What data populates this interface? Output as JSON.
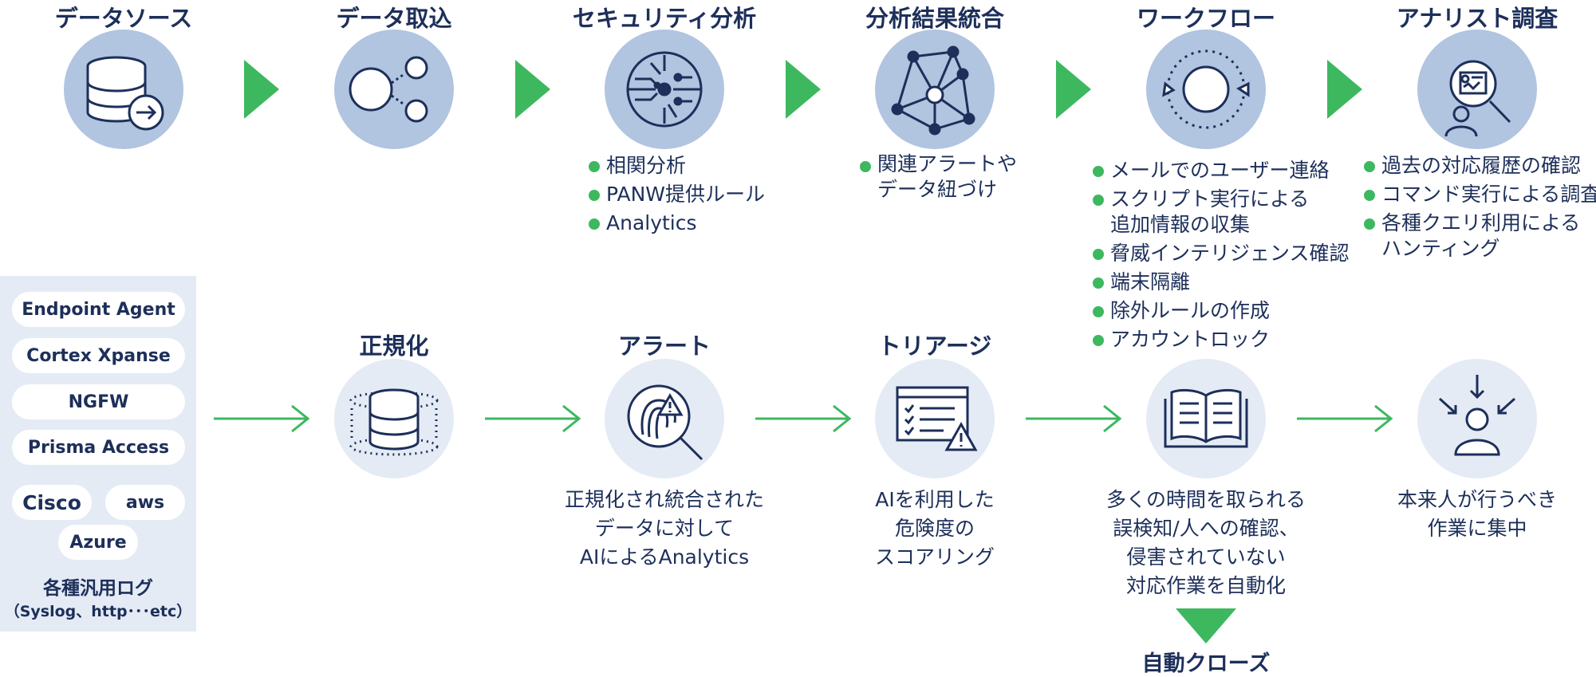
{
  "top_titles": [
    "データソース",
    "データ取込",
    "セキュリティ分析",
    "分析結果統合",
    "ワークフロー",
    "アナリスト調査"
  ],
  "bottom_titles": [
    "正規化",
    "アラート",
    "トリアージ"
  ],
  "security_bullets": [
    "相関分析",
    "PANW提供ルール",
    "Analytics"
  ],
  "integration_bullets": [
    {
      "line1": "関連アラートや",
      "line2": "データ紐づけ"
    }
  ],
  "workflow_bullets": [
    "メールでのユーザー連絡",
    "スクリプト実行による",
    "追加情報の収集",
    "脅威インテリジェンス確認",
    "端末隔離",
    "除外ルールの作成",
    "アカウントロック"
  ],
  "analyst_bullets": [
    "過去の対応履歴の確認",
    "コマンド実行による調査",
    "各種クエリ利用による",
    "ハンティング"
  ],
  "sources": {
    "items": [
      "Endpoint Agent",
      "Cortex Xpanse",
      "NGFW",
      "Prisma Access",
      "Cisco",
      "aws",
      "Azure"
    ],
    "caption": "各種汎用ログ",
    "subcaption": "（Syslog、http･･･etc）"
  },
  "descriptions": {
    "alert": [
      "正規化され統合された",
      "データに対して",
      "AIによるAnalytics"
    ],
    "triage": [
      "AIを利用した",
      "危険度の",
      "スコアリング"
    ],
    "automation": [
      "多くの時間を取られる",
      "誤検知/人への確認、",
      "侵害されていない",
      "対応作業を自動化"
    ],
    "focus": [
      "本来人が行うべき",
      "作業に集中"
    ]
  },
  "auto_close": "自動クローズ",
  "colors": {
    "navy": "#1d2f5a",
    "green": "#3db85f",
    "circle_dark": "#b1c4e0",
    "circle_light": "#e4ebf5"
  },
  "icons": {
    "top": [
      "database-arrow-icon",
      "data-ingest-nodes-icon",
      "circuit-analysis-icon",
      "network-graph-icon",
      "workflow-cycle-icon",
      "analyst-search-icon"
    ],
    "bottom": [
      "normalized-database-icon",
      "alert-fingerprint-icon",
      "triage-checklist-icon",
      "book-icon",
      "person-focus-icon"
    ]
  }
}
